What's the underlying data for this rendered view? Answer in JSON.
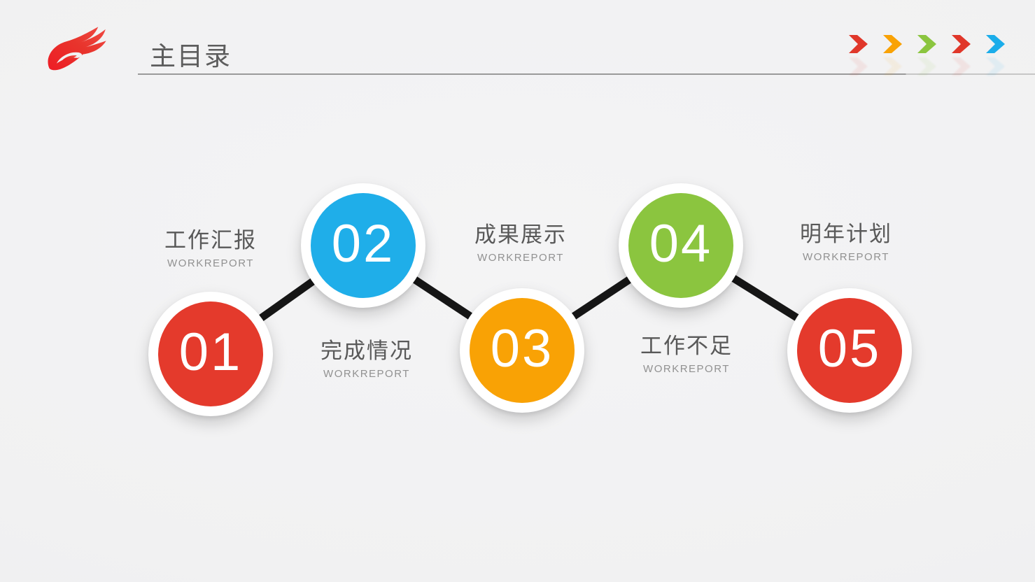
{
  "slide": {
    "title": "主目录",
    "logo_icon": "red-phoenix-swoosh"
  },
  "decor_arrows": [
    {
      "name": "chevron-red",
      "color": "#e0372a"
    },
    {
      "name": "chevron-orange",
      "color": "#f9a205"
    },
    {
      "name": "chevron-green",
      "color": "#8bc53f"
    },
    {
      "name": "chevron-red-2",
      "color": "#e0372a"
    },
    {
      "name": "chevron-blue",
      "color": "#1badea"
    }
  ],
  "toc_items": [
    {
      "number": "01",
      "title": "工作汇报",
      "subtitle": "WORKREPORT",
      "color": "#e43a2c",
      "label_position": "above-left"
    },
    {
      "number": "02",
      "title": "完成情况",
      "subtitle": "WORKREPORT",
      "color": "#1faee9",
      "label_position": "below"
    },
    {
      "number": "03",
      "title": "成果展示",
      "subtitle": "WORKREPORT",
      "color": "#f9a205",
      "label_position": "above"
    },
    {
      "number": "04",
      "title": "工作不足",
      "subtitle": "WORKREPORT",
      "color": "#8bc53f",
      "label_position": "below"
    },
    {
      "number": "05",
      "title": "明年计划",
      "subtitle": "WORKREPORT",
      "color": "#e43a2c",
      "label_position": "above"
    }
  ],
  "colors": {
    "connector_line": "#161616",
    "title_text": "#5d5d5d",
    "label_text": "#595959",
    "subtitle_text": "#919191",
    "divider": "#9a9a9a",
    "background": "#f1f1f2"
  }
}
